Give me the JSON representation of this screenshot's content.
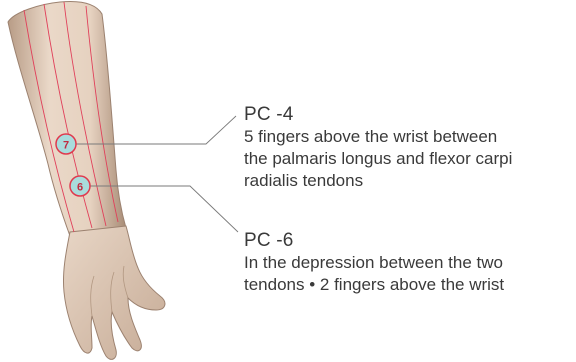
{
  "points": [
    {
      "marker": "7",
      "name": "PC -4",
      "description_lines": [
        "5 fingers above the wrist between",
        "the palmaris longus and flexor carpi",
        "radialis tendons"
      ]
    },
    {
      "marker": "6",
      "name": "PC -6",
      "description_lines": [
        "In the depression between the two",
        "tendons • 2 fingers above the wrist"
      ]
    }
  ],
  "colors": {
    "skin": "#e6d2c0",
    "skin_shadow": "#b89c86",
    "meridian_line": "#e0405a",
    "marker_fill": "#a9dcdc",
    "marker_stroke": "#e03a4e",
    "leader_line": "#7a7a7a",
    "text": "#3a3a3a"
  }
}
